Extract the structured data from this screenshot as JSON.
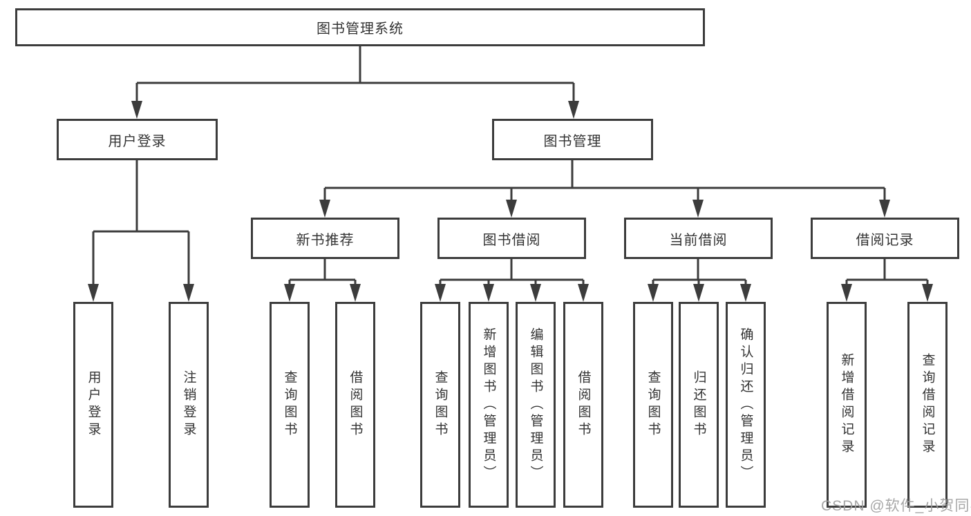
{
  "tree": {
    "label": "图书管理系统",
    "children": [
      {
        "label": "用户登录",
        "children": [
          {
            "label": "用户登录"
          },
          {
            "label": "注销登录"
          }
        ]
      },
      {
        "label": "图书管理",
        "children": [
          {
            "label": "新书推荐",
            "children": [
              {
                "label": "查询图书"
              },
              {
                "label": "借阅图书"
              }
            ]
          },
          {
            "label": "图书借阅",
            "children": [
              {
                "label": "查询图书"
              },
              {
                "label": "新增图书（管理员）"
              },
              {
                "label": "编辑图书（管理员）"
              },
              {
                "label": "借阅图书"
              }
            ]
          },
          {
            "label": "当前借阅",
            "children": [
              {
                "label": "查询图书"
              },
              {
                "label": "归还图书"
              },
              {
                "label": "确认归还（管理员）"
              }
            ]
          },
          {
            "label": "借阅记录",
            "children": [
              {
                "label": "新增借阅记录"
              },
              {
                "label": "查询借阅记录"
              }
            ]
          }
        ]
      }
    ]
  },
  "watermark": "CSDN @软件_小贺同学",
  "colors": {
    "line": "#3c3c3c",
    "box_background": "#ffffff",
    "text": "#333333",
    "watermark": "#9e9e9e"
  }
}
